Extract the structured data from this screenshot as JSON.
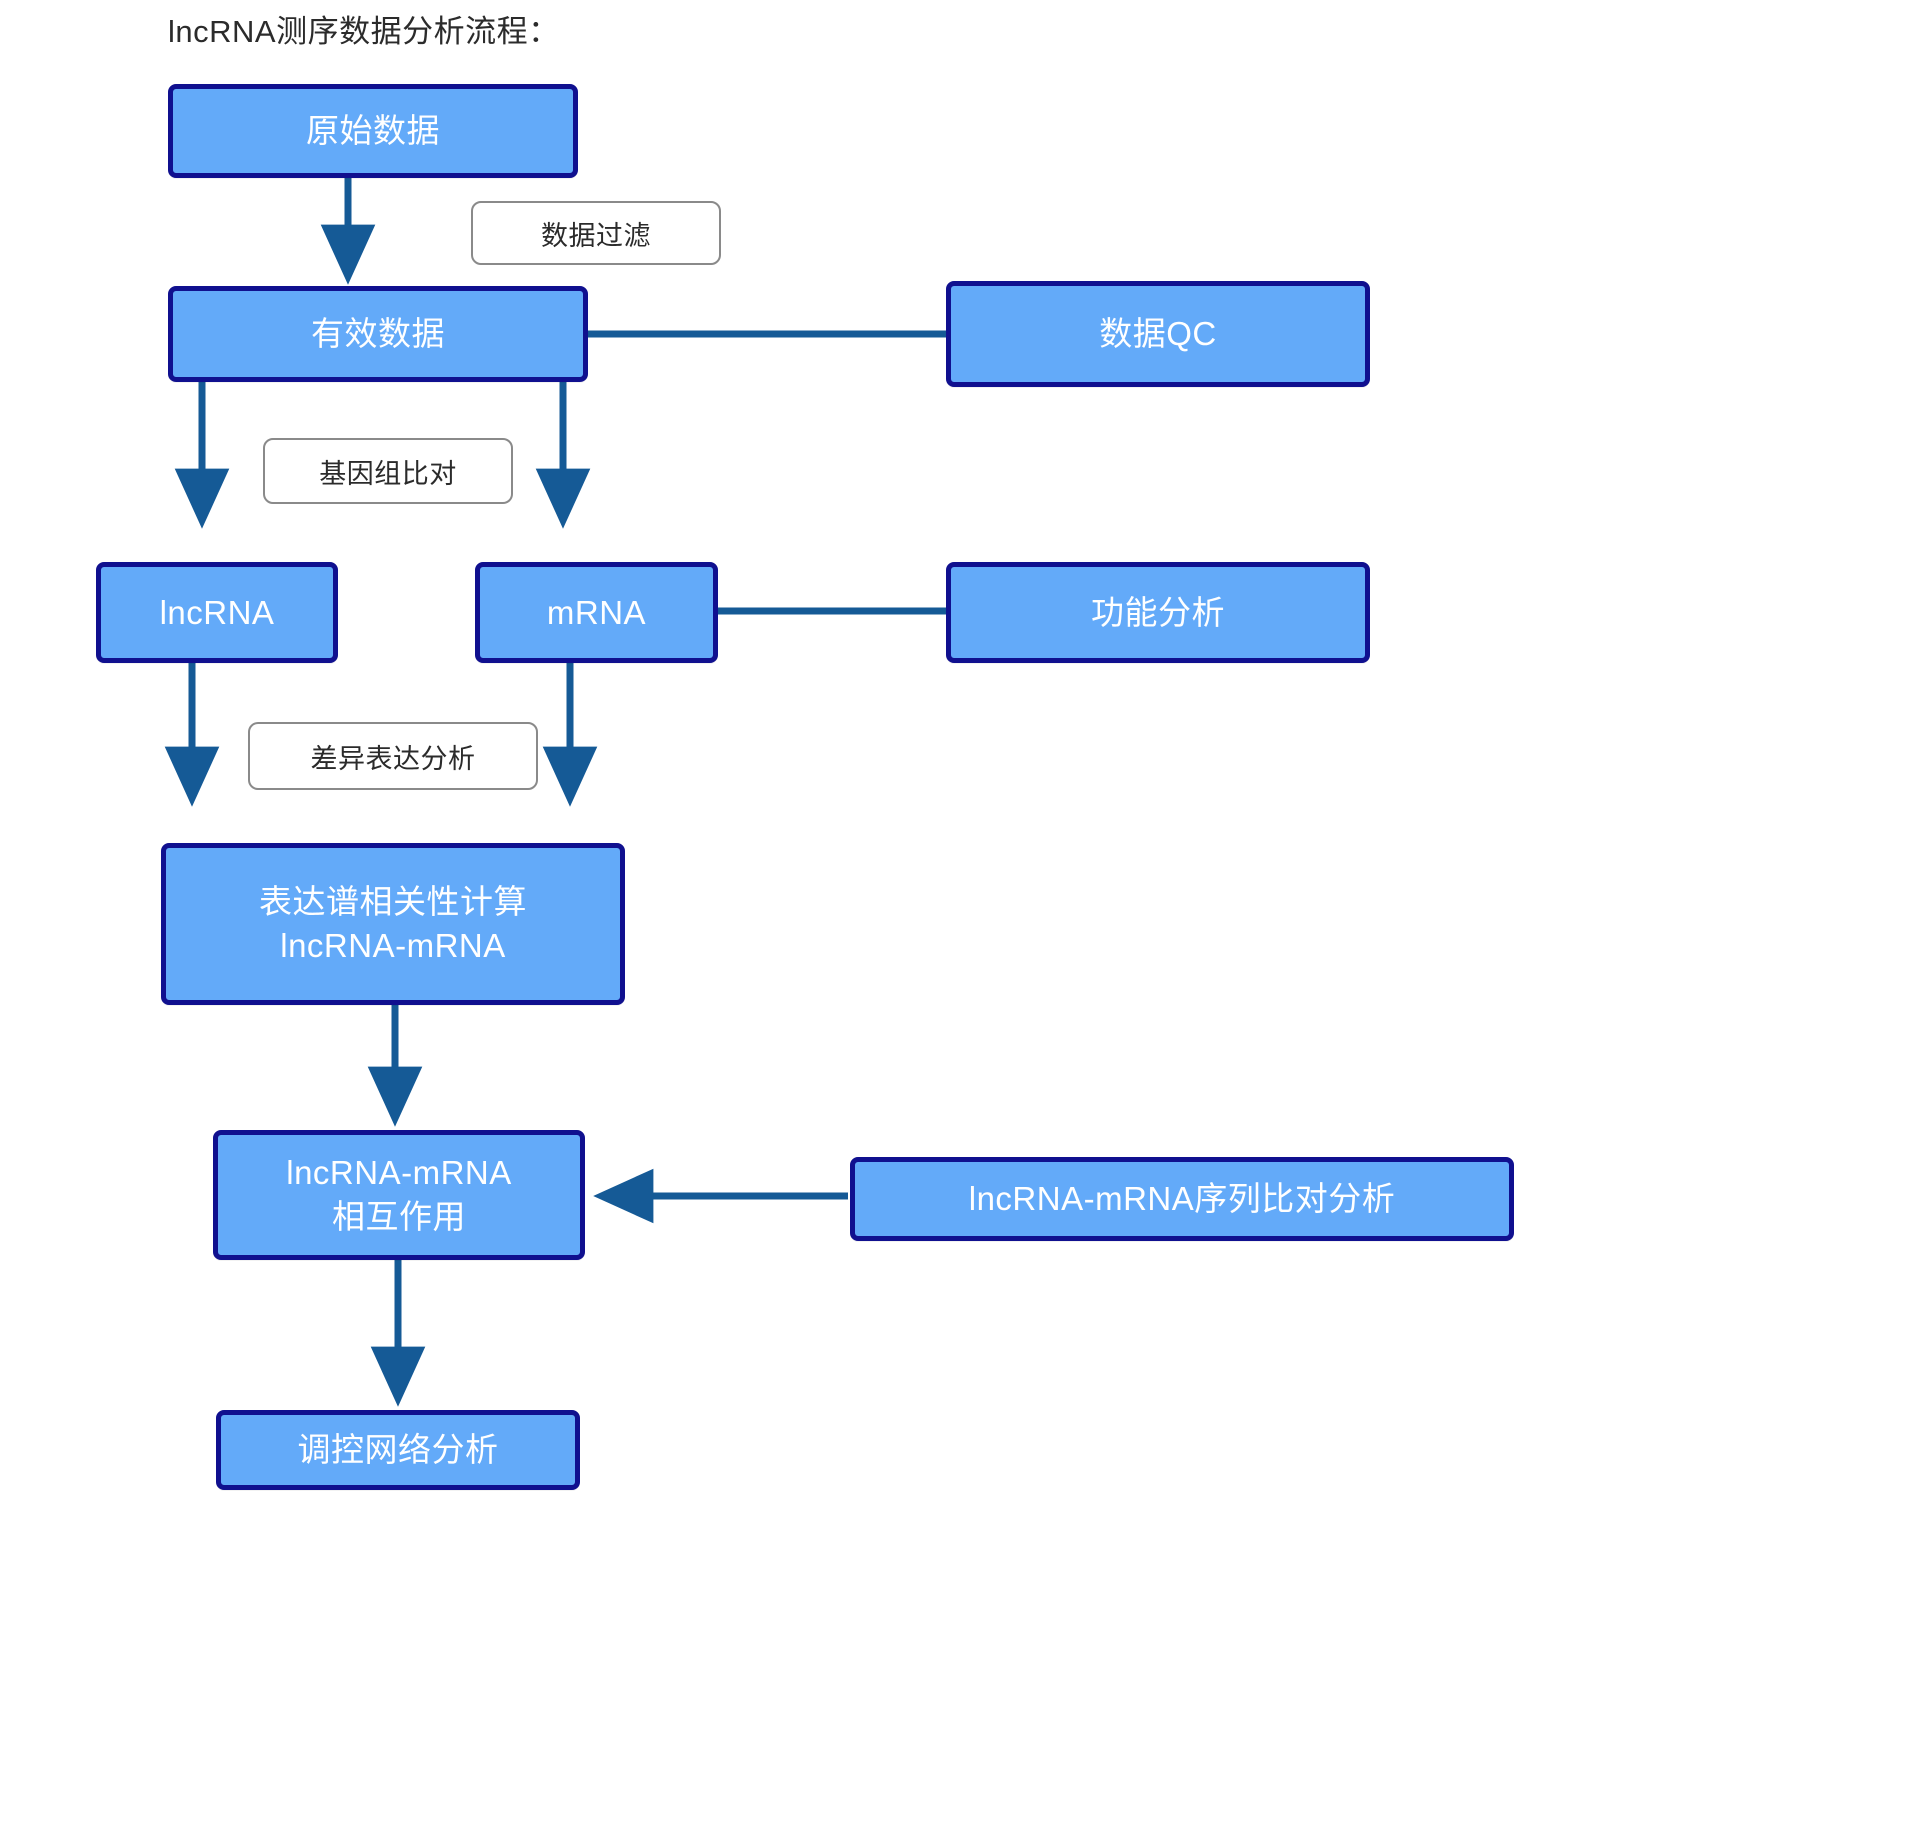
{
  "diagram": {
    "title": "lncRNA测序数据分析流程：",
    "colors": {
      "node_fill": "#63aaf9",
      "node_border": "#10108f",
      "node_text": "#ffffff",
      "edge_arrow": "#155a96",
      "label_border": "#8a8a8a",
      "label_fill": "#ffffff",
      "label_text": "#2b2b2b",
      "canvas_bg": "#ffffff"
    },
    "nodes": [
      {
        "id": "raw-data",
        "label": "原始数据"
      },
      {
        "id": "valid-data",
        "label": "有效数据"
      },
      {
        "id": "data-qc",
        "label": "数据QC"
      },
      {
        "id": "lncrna",
        "label": "lncRNA"
      },
      {
        "id": "mrna",
        "label": "mRNA"
      },
      {
        "id": "functional-analysis",
        "label": "功能分析"
      },
      {
        "id": "correlation",
        "label": "表达谱相关性计算\nlncRNA-mRNA"
      },
      {
        "id": "interaction",
        "label": "lncRNA-mRNA\n相互作用"
      },
      {
        "id": "sequence-alignment",
        "label": "lncRNA-mRNA序列比对分析"
      },
      {
        "id": "network-analysis",
        "label": "调控网络分析"
      }
    ],
    "edge_labels": [
      {
        "id": "data-filter",
        "label": "数据过滤"
      },
      {
        "id": "genome-alignment",
        "label": "基因组比对"
      },
      {
        "id": "diff-expression",
        "label": "差异表达分析"
      }
    ],
    "edges": [
      {
        "id": "raw-to-valid",
        "from": "原始数据",
        "to": "有效数据",
        "label": "数据过滤"
      },
      {
        "id": "valid-to-qc",
        "from": "有效数据",
        "to": "数据QC",
        "label": ""
      },
      {
        "id": "valid-to-lncrna",
        "from": "有效数据",
        "to": "lncRNA",
        "label": "基因组比对"
      },
      {
        "id": "valid-to-mrna",
        "from": "有效数据",
        "to": "mRNA",
        "label": "基因组比对"
      },
      {
        "id": "mrna-to-functional",
        "from": "mRNA",
        "to": "功能分析",
        "label": ""
      },
      {
        "id": "lncrna-to-correlation",
        "from": "lncRNA",
        "to": "表达谱相关性计算",
        "label": "差异表达分析"
      },
      {
        "id": "mrna-to-correlation",
        "from": "mRNA",
        "to": "表达谱相关性计算",
        "label": "差异表达分析"
      },
      {
        "id": "correlation-to-inter",
        "from": "表达谱相关性计算",
        "to": "lncRNA-mRNA相互作用",
        "label": ""
      },
      {
        "id": "seqalign-to-inter",
        "from": "lncRNA-mRNA序列比对分析",
        "to": "lncRNA-mRNA相互作用",
        "label": ""
      },
      {
        "id": "inter-to-network",
        "from": "lncRNA-mRNA相互作用",
        "to": "调控网络分析",
        "label": ""
      }
    ]
  }
}
